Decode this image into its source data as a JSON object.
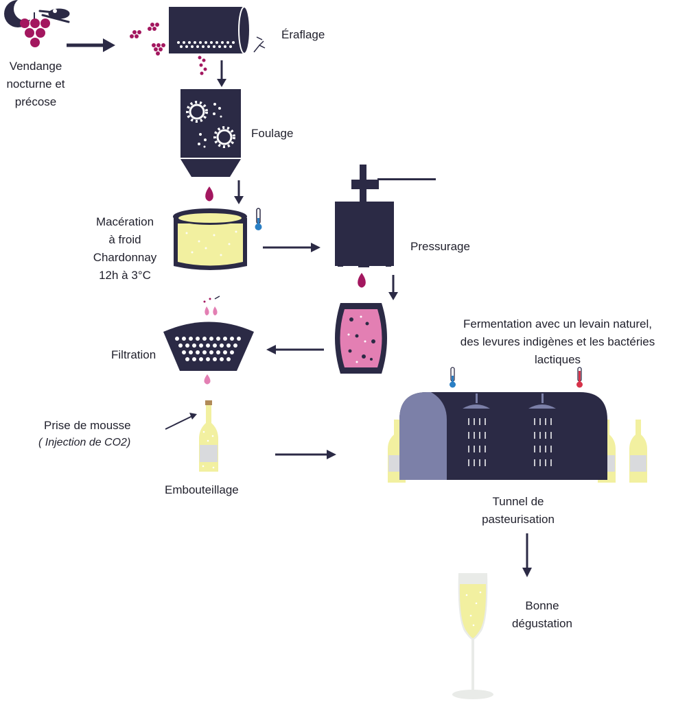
{
  "steps": {
    "vendange": [
      "Vendange",
      "nocturne et",
      "précose"
    ],
    "eraflage": "Éraflage",
    "foulage": "Foulage",
    "maceration": [
      "Macération",
      "à froid",
      "Chardonnay",
      "12h à 3°C"
    ],
    "pressurage": "Pressurage",
    "fermentation": [
      "Fermentation avec un  levain naturel,",
      "des levures indigènes et  les bactéries",
      "lactiques"
    ],
    "filtration": "Filtration",
    "prise_de_mousse": "Prise de mousse",
    "injection": "( Injection de CO2)",
    "embouteillage": "Embouteillage",
    "tunnel": [
      "Tunnel de",
      "pasteurisation"
    ],
    "degustation": [
      "Bonne",
      "dégustation"
    ]
  },
  "colors": {
    "navy": "#2b2a45",
    "grape": "#a3175f",
    "juice_yellow": "#f2f0a0",
    "pink_fermenting": "#e37fb3",
    "tunnel_lavender": "#7c80a8",
    "thermo_cold": "#2a7fc4",
    "thermo_hot": "#d6334a"
  },
  "icons": [
    "moon-icon",
    "grape-cluster-icon",
    "secateurs-icon",
    "destemmer-drum-icon",
    "crusher-gears-icon",
    "tank-thermometer-icon",
    "press-icon",
    "barrel-icon",
    "filter-icon",
    "bottle-icon",
    "pasteurization-tunnel-icon",
    "champagne-flute-icon"
  ]
}
